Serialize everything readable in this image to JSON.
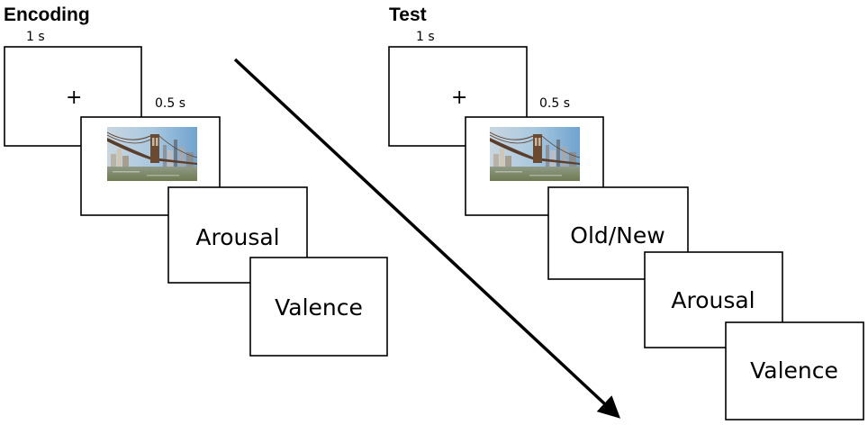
{
  "encoding": {
    "heading": "Encoding",
    "fixation_duration": "1 s",
    "fixation_symbol": "+",
    "image_duration": "0.5 s",
    "image_icon": "bridge-photo-icon",
    "rating_1": "Arousal",
    "rating_2": "Valence"
  },
  "test": {
    "heading": "Test",
    "fixation_duration": "1 s",
    "fixation_symbol": "+",
    "image_duration": "0.5 s",
    "image_icon": "bridge-photo-icon",
    "rating_1": "Old/New",
    "rating_2": "Arousal",
    "rating_3": "Valence"
  },
  "colors": {
    "stroke": "#000000",
    "sky": "#9ec3dd",
    "water": "#7a8a6a",
    "bridge": "#6b4a32"
  }
}
